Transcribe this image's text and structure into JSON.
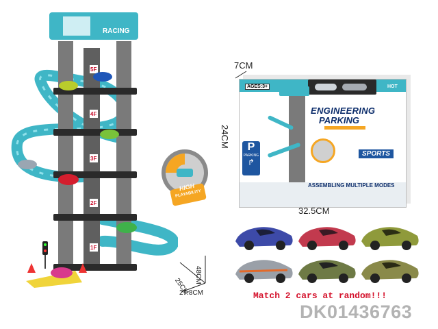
{
  "tower": {
    "roof_label": "RACING",
    "floors": [
      "5F",
      "4F",
      "3F",
      "2F",
      "1F"
    ],
    "accent": "#3fb6c6",
    "frame": "#6e6e6e"
  },
  "badge": {
    "text_top": "HIGH",
    "text_bottom": "PLAYABILITY"
  },
  "dimensions": {
    "box_depth": "7CM",
    "box_height": "24CM",
    "box_width": "32.5CM",
    "toy_height": "48CM",
    "toy_depth": "25CM",
    "toy_width": "27.8CM"
  },
  "package": {
    "age": "AGES:3+",
    "hot": "HOT",
    "title_line1": "ENGINEERING",
    "title_line2": "PARKING",
    "parking_letter": "P",
    "parking_word": "PARKING",
    "sports": "SPORTS",
    "bottom_line": "ASSEMBLING MULTIPLE MODES"
  },
  "cars": {
    "colors": [
      "#3d4aa8",
      "#c23a4e",
      "#8f9a3b",
      "#9aa0a8",
      "#6e7a45",
      "#8a8a4a"
    ],
    "caption": "Match 2 cars at random!!!"
  },
  "sku": "DK01436763"
}
